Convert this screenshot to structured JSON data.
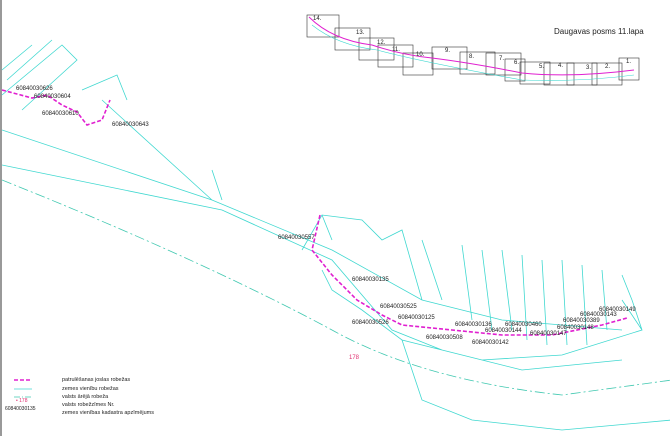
{
  "title": "Daugavas posms 11.lapa",
  "sheets": [
    "14.",
    "13.",
    "12.",
    "11.",
    "10.",
    "9.",
    "8.",
    "7.",
    "6.",
    "5.",
    "4.",
    "3.",
    "2.",
    "1."
  ],
  "parcels": [
    "60840030626",
    "60840030604",
    "60840030610",
    "60840030643",
    "60840030557",
    "60840030135",
    "60840030525",
    "60840030125",
    "60840030526",
    "60840030136",
    "60840030508",
    "60840030144",
    "60840030142",
    "60840030460",
    "60840030147",
    "60840030148",
    "60840030389",
    "60840030143",
    "60840030149"
  ],
  "marker": "178",
  "legend": [
    {
      "symbol": "",
      "label": "patrulēšanas joslas robežas"
    },
    {
      "symbol": "",
      "label": "zemes vienību robežas"
    },
    {
      "symbol": "",
      "label": "valsts ārējā robeža"
    },
    {
      "symbol": "• 178",
      "label": "valsts robežzīmes Nr."
    },
    {
      "symbol": "60840030135",
      "label": "zemes vienības kadastra apzīmējums"
    }
  ],
  "colors": {
    "patrol": "#e020d0",
    "parcel": "#40d8d0",
    "border": "#40c8b0",
    "marker": "#e03070"
  }
}
